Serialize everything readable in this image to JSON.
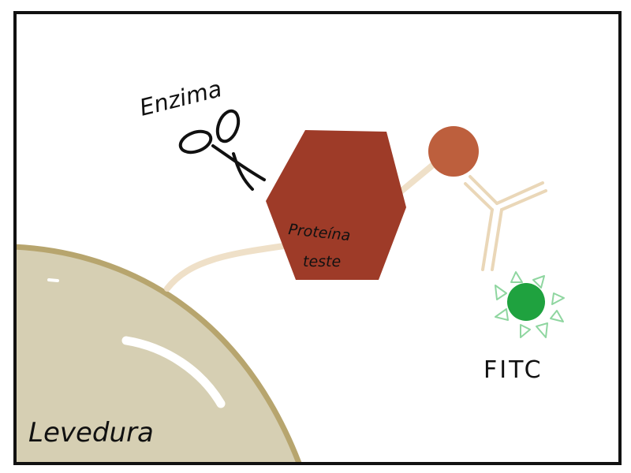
{
  "labels": {
    "enzyme": "Enzima",
    "protein_line1": "Proteína",
    "protein_line2": "teste",
    "fluorophore": "FITC",
    "yeast": "Levedura"
  },
  "colors": {
    "frame": "#111111",
    "yeast_fill": "#d6cfb3",
    "yeast_edge": "#b7a56e",
    "linker": "#efe0c8",
    "protein": "#9e3b28",
    "tag": "#bd5f3d",
    "antibody": "#ead7b8",
    "fitc_core": "#1fa23f",
    "fitc_rays": "#8fd6a0"
  },
  "icons": {
    "enzyme": "scissors-icon",
    "fluorophore": "starburst-icon"
  }
}
